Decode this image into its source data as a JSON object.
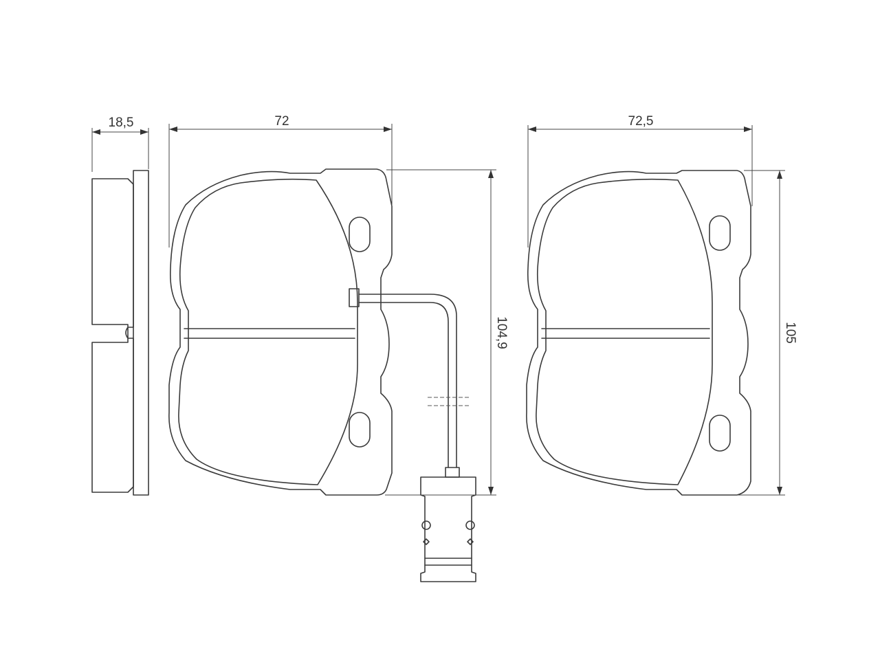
{
  "dimensions": {
    "thickness": "18,5",
    "width_left": "72",
    "width_right": "72,5",
    "height_left": "104,9",
    "height_right": "105"
  }
}
